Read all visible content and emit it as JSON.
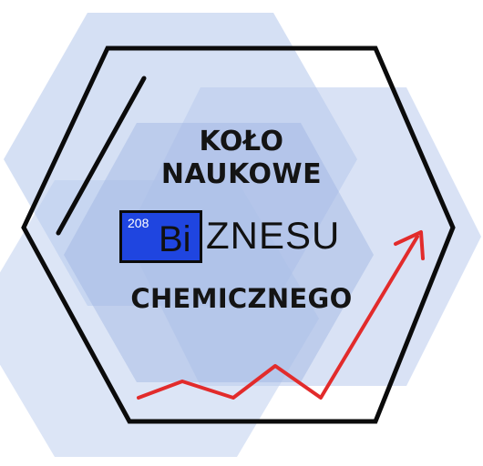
{
  "logo": {
    "line1": "KOŁO",
    "line2": "NAUKOWE",
    "element": {
      "number": "208",
      "symbol": "Bi"
    },
    "word_rest": "ZNESU",
    "line4": "CHEMICZNEGO"
  },
  "colors": {
    "hexagon_fill": "#a8bfe8",
    "hexagon_fill_dark": "#7e9cd8",
    "outline": "#0b0b0b",
    "element_box": "#1f45e0",
    "arrow": "#e22b2b"
  }
}
